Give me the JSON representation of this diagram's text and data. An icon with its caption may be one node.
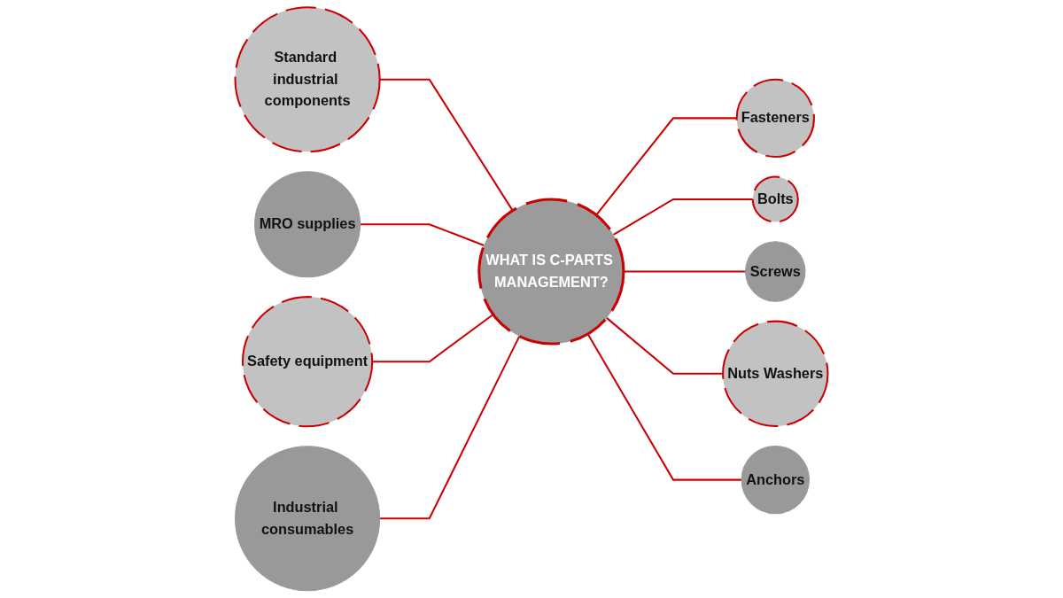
{
  "diagram": {
    "nodes": [
      {
        "text": [
          "WHAT IS C-PARTS MANAGEMENT?"
        ]
      },
      {
        "text": [
          "Fasteners"
        ]
      },
      {
        "text": [
          "Standard industrial components"
        ]
      },
      {
        "text": [
          "Bolts"
        ]
      },
      {
        "text": [
          "MRO supplies"
        ]
      },
      {
        "text": [
          "Screws"
        ]
      },
      {
        "text": [
          "Nuts Washers"
        ]
      },
      {
        "text": [
          "Safety equipment"
        ]
      },
      {
        "text": [
          "Anchors"
        ]
      },
      {
        "text": [
          "Industrial consumables"
        ]
      }
    ],
    "edges": [
      {
        "from": 0,
        "to": 1,
        "arrow": "none"
      },
      {
        "from": 2,
        "to": 0,
        "arrow": "none"
      },
      {
        "from": 0,
        "to": 3,
        "arrow": "none"
      },
      {
        "from": 4,
        "to": 0,
        "arrow": "none"
      },
      {
        "from": 0,
        "to": 5,
        "arrow": "none"
      },
      {
        "from": 0,
        "to": 6,
        "arrow": "none"
      },
      {
        "from": 7,
        "to": 0,
        "arrow": "none"
      },
      {
        "from": 0,
        "to": 8,
        "arrow": "none"
      },
      {
        "from": 9,
        "to": 0,
        "arrow": "none"
      }
    ]
  }
}
